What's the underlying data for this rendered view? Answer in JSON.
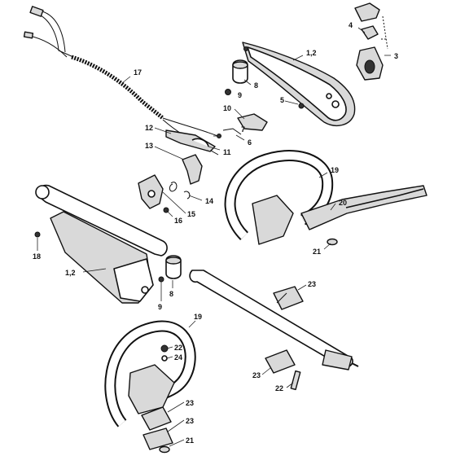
{
  "diagram": {
    "callouts": [
      {
        "id": "c-17",
        "text": "17"
      },
      {
        "id": "c-1-2-top",
        "text": "1,2"
      },
      {
        "id": "c-4",
        "text": "4"
      },
      {
        "id": "c-3",
        "text": "3"
      },
      {
        "id": "c-8-top",
        "text": "8"
      },
      {
        "id": "c-9-top",
        "text": "9"
      },
      {
        "id": "c-5",
        "text": "5"
      },
      {
        "id": "c-10",
        "text": "10"
      },
      {
        "id": "c-12",
        "text": "12"
      },
      {
        "id": "c-7",
        "text": "7"
      },
      {
        "id": "c-6",
        "text": "6"
      },
      {
        "id": "c-13",
        "text": "13"
      },
      {
        "id": "c-11",
        "text": "11"
      },
      {
        "id": "c-14",
        "text": "14"
      },
      {
        "id": "c-15",
        "text": "15"
      },
      {
        "id": "c-16",
        "text": "16"
      },
      {
        "id": "c-19-top",
        "text": "19"
      },
      {
        "id": "c-20",
        "text": "20"
      },
      {
        "id": "c-21-top",
        "text": "21"
      },
      {
        "id": "c-18",
        "text": "18"
      },
      {
        "id": "c-1-2-mid",
        "text": "1,2"
      },
      {
        "id": "c-8-mid",
        "text": "8"
      },
      {
        "id": "c-9-mid",
        "text": "9"
      },
      {
        "id": "c-23-a",
        "text": "23"
      },
      {
        "id": "c-19-bot",
        "text": "19"
      },
      {
        "id": "c-22-a",
        "text": "22"
      },
      {
        "id": "c-24",
        "text": "24"
      },
      {
        "id": "c-23-b",
        "text": "23"
      },
      {
        "id": "c-22-b",
        "text": "22"
      },
      {
        "id": "c-23-c",
        "text": "23"
      },
      {
        "id": "c-23-d",
        "text": "23"
      },
      {
        "id": "c-21-bot",
        "text": "21"
      }
    ]
  }
}
